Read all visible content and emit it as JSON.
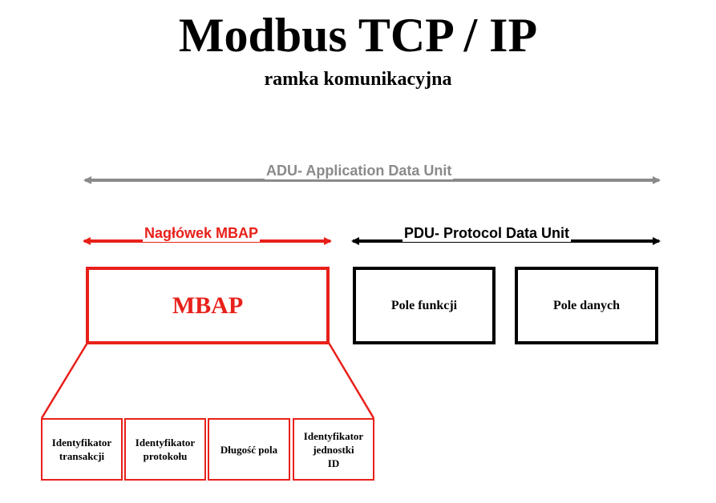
{
  "title": "Modbus TCP / IP",
  "subtitle": "ramka komunikacyjna",
  "colors": {
    "adu": "#8a8a8a",
    "mbap": "#e8201a",
    "pdu": "#000000"
  },
  "adu": {
    "label": "ADU- Application Data Unit"
  },
  "mbap_header": {
    "label": "Nagłówek MBAP",
    "box_label": "MBAP"
  },
  "pdu": {
    "label": "PDU- Protocol Data Unit",
    "fields": [
      "Pole funkcji",
      "Pole danych"
    ]
  },
  "mbap_fields": [
    {
      "line1": "Identyfikator",
      "line2": "transakcji",
      "line3": ""
    },
    {
      "line1": "Identyfikator",
      "line2": "protokołu",
      "line3": ""
    },
    {
      "line1": "Długość pola",
      "line2": "",
      "line3": ""
    },
    {
      "line1": "Identyfikator",
      "line2": "jednostki",
      "line3": "ID"
    }
  ]
}
